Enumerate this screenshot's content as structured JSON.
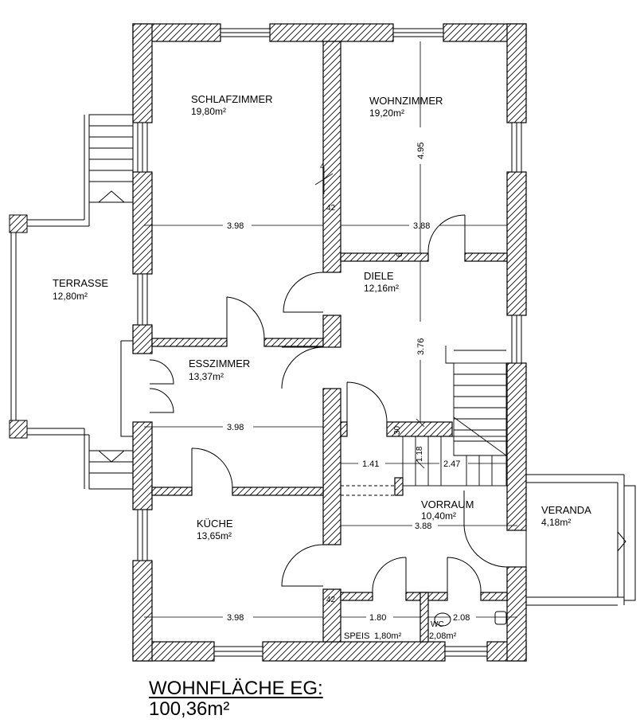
{
  "rooms": {
    "schlafzimmer": {
      "name": "SCHLAFZIMMER",
      "area": "19,80m²"
    },
    "wohnzimmer": {
      "name": "WOHNZIMMER",
      "area": "19,20m²"
    },
    "terrasse": {
      "name": "TERRASSE",
      "area": "12,80m²"
    },
    "diele": {
      "name": "DIELE",
      "area": "12,16m²"
    },
    "esszimmer": {
      "name": "ESSZIMMER",
      "area": "13,37m²"
    },
    "kueche": {
      "name": "KÜCHE",
      "area": "13,65m²"
    },
    "vorraum": {
      "name": "VORRAUM",
      "area": "10,40m²"
    },
    "veranda": {
      "name": "VERANDA",
      "area": "4,18m²"
    },
    "speis": {
      "name": "SPEIS",
      "area": "1,80m²"
    },
    "wc": {
      "name": "WC",
      "area": "2,08m²"
    }
  },
  "dimensions": {
    "schlaf_width": "3.98",
    "wohn_width": "3.88",
    "wohn_height": "4.95",
    "diele_height": "3.76",
    "ess_width": "3.98",
    "kueche_width": "3.98",
    "vorraum_width": "3.88",
    "vorraum_left": "1.41",
    "vorraum_right": "2.47",
    "speis_width": "1.80",
    "wc_width": "2.08",
    "wall_upper": "42",
    "wall_lower": "42",
    "small_30": "30",
    "small_118": "1.18",
    "small_6": "6",
    "small_4": "4"
  },
  "footer": {
    "title": "WOHNFLÄCHE EG:",
    "total": "100,36m²"
  }
}
